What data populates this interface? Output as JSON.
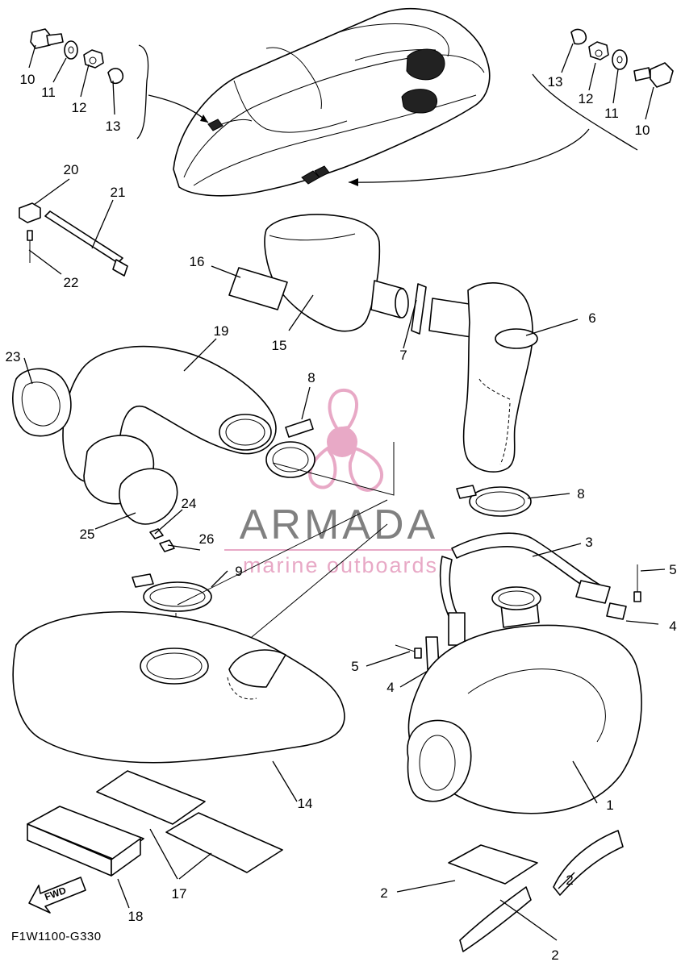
{
  "diagram_code": "F1W1100-G330",
  "watermark": {
    "brand": "ARMADA",
    "tagline": "marine outboards",
    "color": "#e8a9c6",
    "text_color": "#808080"
  },
  "fwd_label": "FWD",
  "callouts": [
    {
      "id": "c1",
      "text": "1"
    },
    {
      "id": "c2a",
      "text": "2"
    },
    {
      "id": "c2b",
      "text": "2"
    },
    {
      "id": "c2c",
      "text": "2"
    },
    {
      "id": "c3",
      "text": "3"
    },
    {
      "id": "c4a",
      "text": "4"
    },
    {
      "id": "c4b",
      "text": "4"
    },
    {
      "id": "c5a",
      "text": "5"
    },
    {
      "id": "c5b",
      "text": "5"
    },
    {
      "id": "c6",
      "text": "6"
    },
    {
      "id": "c7",
      "text": "7"
    },
    {
      "id": "c8a",
      "text": "8"
    },
    {
      "id": "c8b",
      "text": "8"
    },
    {
      "id": "c9",
      "text": "9"
    },
    {
      "id": "c10a",
      "text": "10"
    },
    {
      "id": "c10b",
      "text": "10"
    },
    {
      "id": "c11a",
      "text": "11"
    },
    {
      "id": "c11b",
      "text": "11"
    },
    {
      "id": "c12a",
      "text": "12"
    },
    {
      "id": "c12b",
      "text": "12"
    },
    {
      "id": "c13a",
      "text": "13"
    },
    {
      "id": "c13b",
      "text": "13"
    },
    {
      "id": "c14",
      "text": "14"
    },
    {
      "id": "c15",
      "text": "15"
    },
    {
      "id": "c16",
      "text": "16"
    },
    {
      "id": "c17",
      "text": "17"
    },
    {
      "id": "c18",
      "text": "18"
    },
    {
      "id": "c19",
      "text": "19"
    },
    {
      "id": "c20",
      "text": "20"
    },
    {
      "id": "c21",
      "text": "21"
    },
    {
      "id": "c22",
      "text": "22"
    },
    {
      "id": "c23",
      "text": "23"
    },
    {
      "id": "c24",
      "text": "24"
    },
    {
      "id": "c25",
      "text": "25"
    },
    {
      "id": "c26",
      "text": "26"
    }
  ]
}
